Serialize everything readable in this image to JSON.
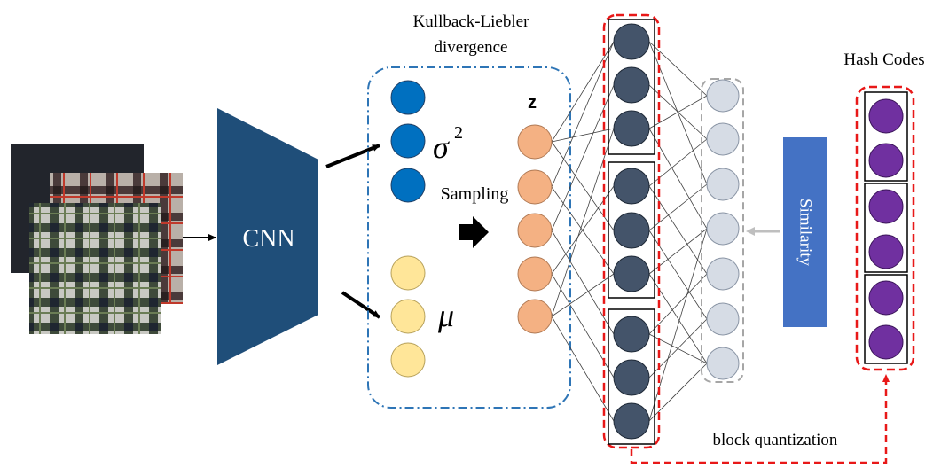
{
  "labels": {
    "cnn": "CNN",
    "kl_line1": "Kullback-Liebler",
    "kl_line2": "divergence",
    "sigma_symbol": "σ",
    "sigma_exponent": "2",
    "mu_symbol": "μ",
    "sampling": "Sampling",
    "z": "z",
    "similarity": "Similarity",
    "hash_codes": "Hash Codes",
    "block_quantization": "block quantization"
  },
  "colors": {
    "cnn_fill": "#1f4e79",
    "sigma_node": "#0070c0",
    "mu_node": "#ffe699",
    "z_node": "#f4b183",
    "hidden_node": "#44546a",
    "similarity_node": "#d6dce5",
    "similarity_box": "#4472c4",
    "hash_node": "#7030a0",
    "dashed_red": "#e81818",
    "dashed_blue": "#2e75b6",
    "dashed_gray": "#a6a6a6"
  }
}
